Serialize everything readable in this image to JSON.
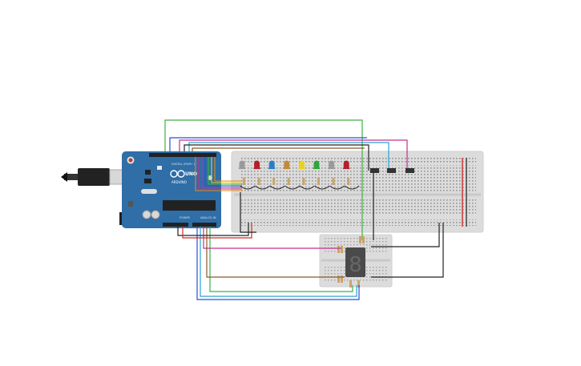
{
  "arduino": {
    "logo_text": "UNO",
    "brand_text": "ARDUINO",
    "header_left_label": "POWER",
    "header_right_label": "ANALOG IN",
    "digital_label": "DIGITAL (PWM~)"
  },
  "leds": [
    {
      "color": "#9a9a9a"
    },
    {
      "color": "#b3202a"
    },
    {
      "color": "#2a7fc4"
    },
    {
      "color": "#c08a3a"
    },
    {
      "color": "#e6d21f"
    },
    {
      "color": "#2fa43a"
    },
    {
      "color": "#9a9a9a"
    },
    {
      "color": "#b3202a"
    }
  ],
  "seven_segment": {
    "digit": "8"
  },
  "wire_colors": {
    "green": "#3cb043",
    "blue": "#2b4fd1",
    "cyan": "#2aa4d8",
    "magenta": "#c2318c",
    "brown": "#8a5a2b",
    "orange": "#e08a1e",
    "black": "#222222",
    "red": "#d42a2a"
  }
}
